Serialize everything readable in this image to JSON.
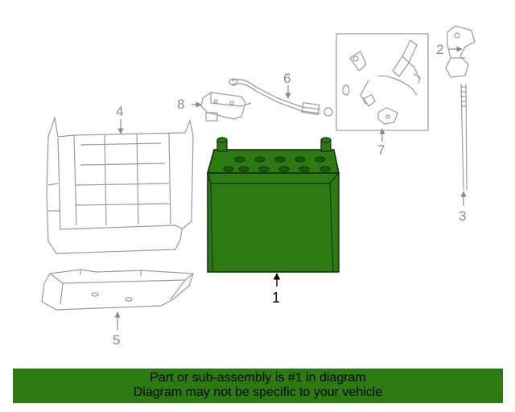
{
  "callouts": {
    "battery": "1",
    "bracket": "2",
    "rod": "3",
    "box_cover": "4",
    "tray": "5",
    "cable": "6",
    "clamp_kit": "7",
    "sensor": "8"
  },
  "banner": {
    "line1": "Part or sub-assembly is #1 in diagram",
    "line2": "Diagram may not be specific to your vehicle",
    "background_color": "#2d7a12"
  },
  "colors": {
    "highlight_part": "#2d7a12",
    "outline": "#999999"
  }
}
